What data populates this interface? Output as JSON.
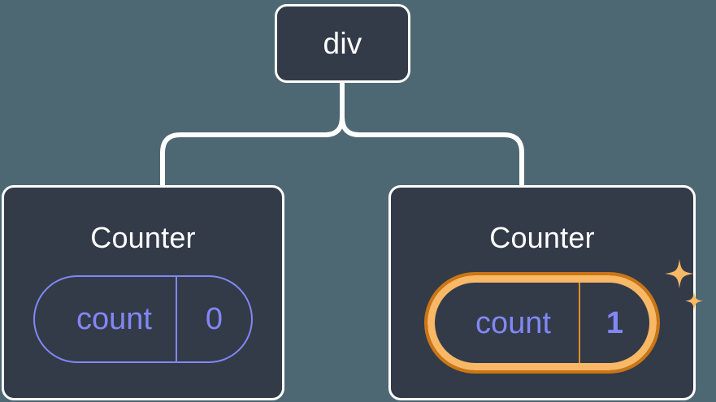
{
  "diagram": {
    "type": "component-tree",
    "background_color": "#4d6873",
    "node_fill_color": "#333b49",
    "node_border_color": "#ffffff",
    "connector_color": "#ffffff",
    "state_color": "#8287f5",
    "highlight_color": "#f9b866",
    "highlight_outline_color": "#cb7615",
    "root": {
      "label": "div"
    },
    "children": [
      {
        "title": "Counter",
        "state": {
          "key": "count",
          "value": "0"
        },
        "highlighted": false
      },
      {
        "title": "Counter",
        "state": {
          "key": "count",
          "value": "1"
        },
        "highlighted": true,
        "sparkle_count": 2
      }
    ]
  }
}
